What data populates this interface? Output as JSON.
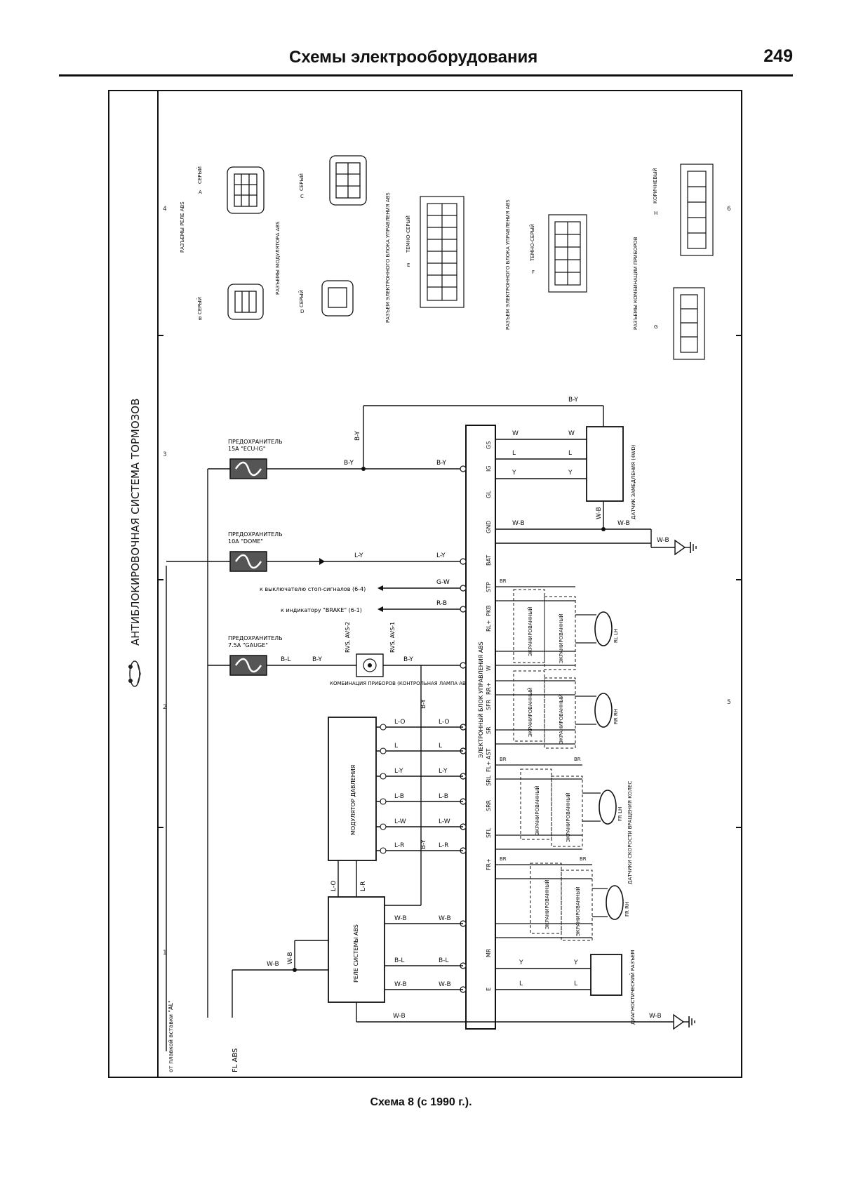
{
  "header": {
    "title": "Схемы электрооборудования",
    "page_number": "249"
  },
  "diagram": {
    "title": "АНТИБЛОКИРОВОЧНАЯ СИСТЕМА ТОРМОЗОВ",
    "fuses": [
      {
        "label": "ПРЕДОХРАНИТЕЛЬ",
        "rating": "15A \"ECU-IG\""
      },
      {
        "label": "ПРЕДОХРАНИТЕЛЬ",
        "rating": "10A \"DOME\""
      },
      {
        "label": "ПРЕДОХРАНИТЕЛЬ",
        "rating": "7.5A \"GAUGE\""
      }
    ],
    "components": {
      "abs_ecu": "ЭЛЕКТРОННЫЙ БЛОК УПРАВЛЕНИЯ ABS",
      "modulator": "МОДУЛЯТОР ДАВЛЕНИЯ",
      "relay": "РЕЛЕ СИСТЕМЫ ABS",
      "decel_sensor": "ДАТЧИК ЗАМЕДЛЕНИЯ (4WD)",
      "combination_meter": "КОМБИНАЦИЯ ПРИБОРОВ (КОНТРОЛЬНАЯ ЛАМПА ABS)",
      "wheel_sensors": "ДАТЧИКИ СКОРОСТИ ВРАЩЕНИЯ КОЛЕС",
      "diag_connector": "ДИАГНОСТИЧЕСКИЙ РАЗЪЕМ",
      "sensor_labels": [
        "RL LH",
        "RR RH",
        "FR LH",
        "FR RH"
      ],
      "shielded": "ЭКРАНИРОВАННЫЙ"
    },
    "references": [
      "к выключателю стоп-сигналов (6-4)",
      "к индикатору \"BRAKE\" (6-1)",
      "от плавкой вставки \"AL\"",
      "FL ABS"
    ],
    "wire_codes": {
      "ig": "B-Y",
      "dome": "L-Y",
      "stop": "G-W",
      "brake": "R-B",
      "gauge": "B-L",
      "relay": "W-B",
      "modulator": [
        "L-O",
        "L",
        "L-Y",
        "L-B",
        "L-W",
        "L-R"
      ],
      "sensor_front": [
        "L",
        "Y",
        "W"
      ],
      "ground": "W-B",
      "shield": "BR"
    },
    "ecu_pins": [
      "IG",
      "BAT",
      "STP",
      "PKB",
      "W",
      "SR",
      "AST",
      "SFL",
      "SRR",
      "SRL",
      "SFR",
      "MR",
      "E",
      "GS",
      "GL",
      "GND",
      "RL+",
      "RR+",
      "FL+",
      "FR+"
    ],
    "meter_pins": [
      "RVS, AVS-2",
      "RVS, AVS-1"
    ],
    "connectors": {
      "titles": [
        "РАЗЪЕМЫ РЕЛЕ ABS",
        "РАЗЪЕМЫ МОДУЛЯТОРА ABS",
        "РАЗЪЕМ ЭЛЕКТРОННОГО БЛОКА УПРАВЛЕНИЯ ABS",
        "РАЗЪЕМ ЭЛЕКТРОННОГО БЛОКА УПРАВЛЕНИЯ ABS",
        "РАЗЪЕМЫ КОМБИНАЦИИ ПРИБОРОВ"
      ],
      "colors": [
        "СЕРЫЙ",
        "СЕРЫЙ",
        "СЕРЫЙ",
        "СЕРЫЙ",
        "ТЕМНО-СЕРЫЙ",
        "ТЕМНО-СЕРЫЙ",
        "КОРИЧНЕВЫЙ"
      ],
      "codes": [
        "B",
        "A",
        "D",
        "C",
        "E",
        "F",
        "G",
        "H"
      ]
    },
    "grid_numbers": [
      "1",
      "2",
      "3",
      "4",
      "5",
      "6"
    ]
  },
  "caption": "Схема 8 (с 1990 г.)."
}
